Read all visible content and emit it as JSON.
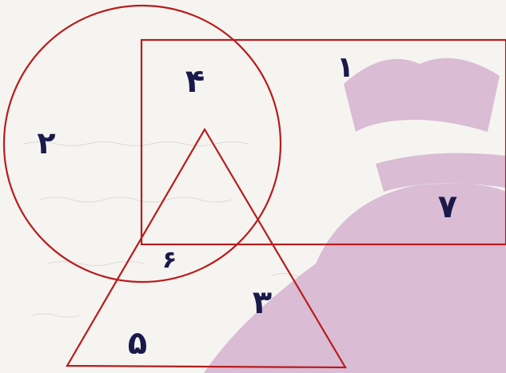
{
  "diagram": {
    "shapes": [
      {
        "kind": "circle",
        "name": "circle",
        "stroke": "#b81c1c"
      },
      {
        "kind": "rectangle",
        "name": "rectangle",
        "stroke": "#b81c1c"
      },
      {
        "kind": "triangle",
        "name": "triangle",
        "stroke": "#b81c1c"
      }
    ],
    "region_labels": {
      "r1": "١",
      "r2": "٢",
      "r3": "٣",
      "r4": "۴",
      "r5": "۵",
      "r6": "۶",
      "r7": "٧"
    },
    "watermark": {
      "color": "#d8b8d2",
      "icon": "money-bag-watermark"
    },
    "ink_color": "#1a1a4a",
    "background": "#f6f4f1"
  }
}
